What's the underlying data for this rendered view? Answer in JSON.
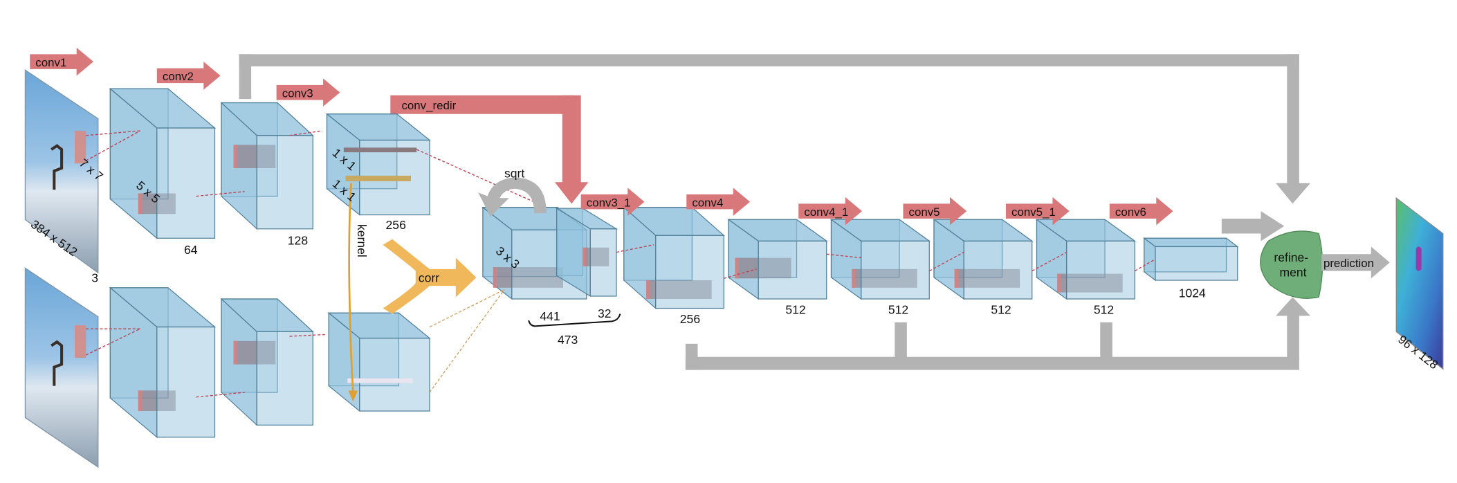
{
  "colors": {
    "layer_arrow": "#d9787a",
    "block_fill": "#8fc0dc",
    "block_stroke": "#4f7f98",
    "skip_arrow": "#b3b3b3",
    "corr_arrow": "#f0b85a",
    "refinement": "#6fae78"
  },
  "layers": {
    "conv1": "conv1",
    "conv2": "conv2",
    "conv3": "conv3",
    "conv_redir": "conv_redir",
    "conv3_1": "conv3_1",
    "conv4": "conv4",
    "conv4_1": "conv4_1",
    "conv5": "conv5",
    "conv5_1": "conv5_1",
    "conv6": "conv6"
  },
  "input": {
    "size": "384 x 512",
    "channels": "3"
  },
  "kernels": {
    "k7": "7 x 7",
    "k5": "5 x 5",
    "k1a": "1 x 1",
    "k1b": "1 x 1",
    "k3": "3 x 3"
  },
  "channels": {
    "c64": "64",
    "c128": "128",
    "c256": "256",
    "c441": "441",
    "c32": "32",
    "c473": "473",
    "c256b": "256",
    "c512a": "512",
    "c512b": "512",
    "c512c": "512",
    "c512d": "512",
    "c1024": "1024"
  },
  "ops": {
    "kernel": "kernel",
    "corr": "corr",
    "sqrt": "sqrt",
    "refinement_1": "refine-",
    "refinement_2": "ment",
    "prediction": "prediction"
  },
  "output": {
    "size": "96 x 128"
  }
}
